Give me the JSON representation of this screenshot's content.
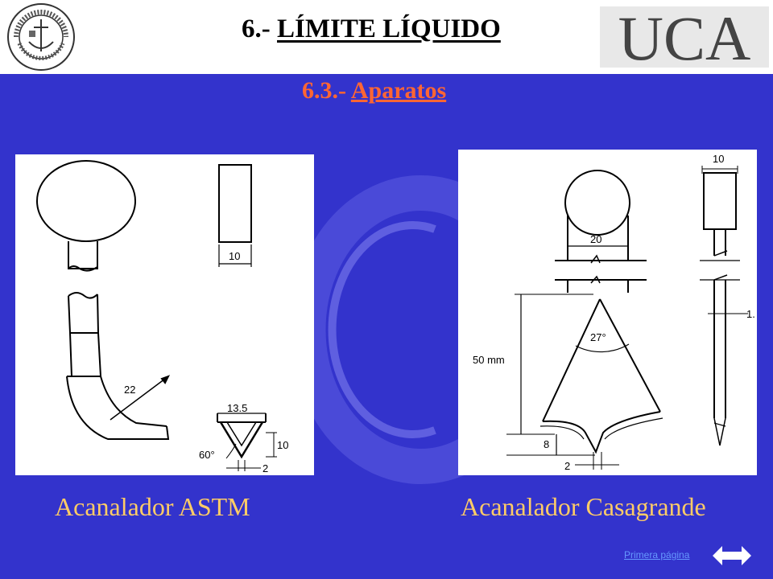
{
  "header": {
    "title_number": "6.- ",
    "title_text": "LÍMITE LÍQUIDO",
    "logo_text": "UCA"
  },
  "section": {
    "number": "6.3.- ",
    "text": "Aparatos"
  },
  "figures": {
    "astm": {
      "caption": "Acanalador ASTM",
      "dim_width": "10",
      "dim_radius": "22",
      "dim_top": "13.5",
      "dim_height": "10",
      "dim_angle": "60°",
      "dim_tip": "2"
    },
    "casagrande": {
      "caption": "Acanalador Casagrande",
      "dim_top": "10",
      "dim_neck": "20",
      "dim_angle": "27°",
      "dim_length": "50 mm",
      "dim_depth": "8",
      "dim_tip": "2",
      "dim_side": "1."
    }
  },
  "footer": {
    "first_page_link": "Primera página"
  },
  "colors": {
    "background": "#3333cc",
    "subtitle": "#ff6633",
    "caption": "#ffcc66",
    "link": "#6699ff"
  }
}
